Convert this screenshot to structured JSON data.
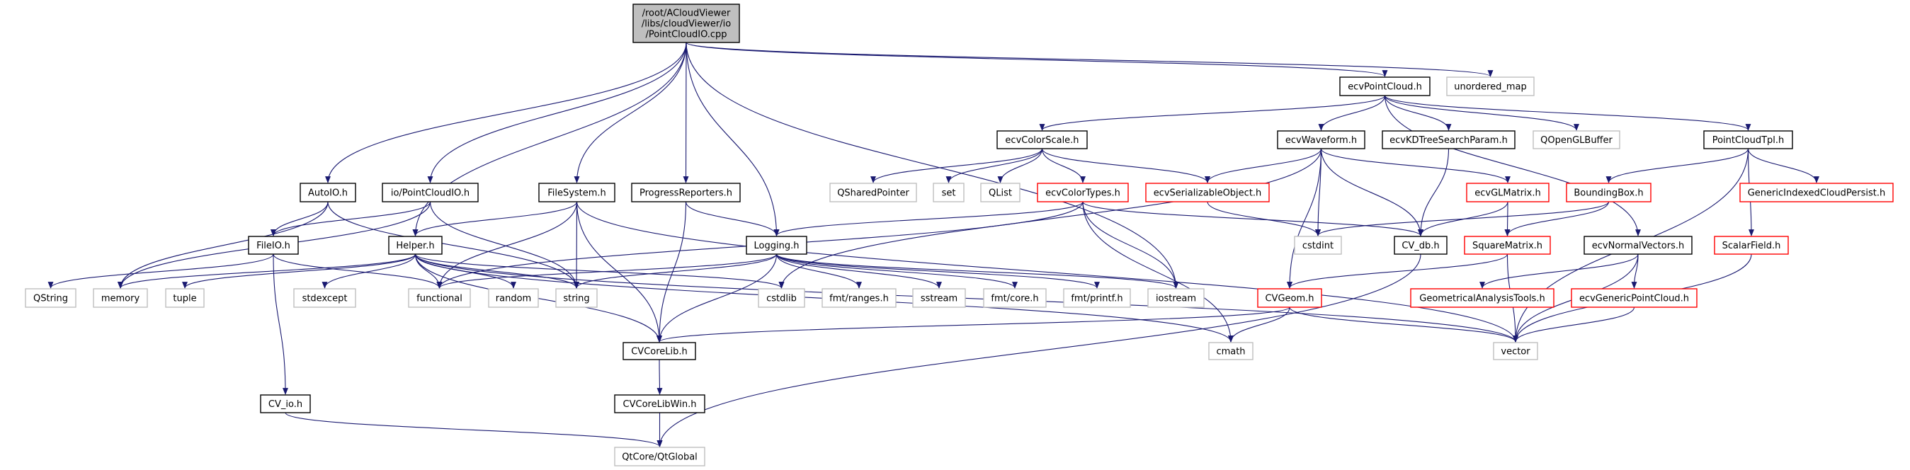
{
  "colors": {
    "edge": "#191970",
    "normal_border": "#000000",
    "external_border": "#bfbfbf",
    "truncated_border": "#ff0000",
    "root_fill": "#bfbfbf"
  },
  "nodes": [
    {
      "id": "root",
      "label": "/root/ACloudViewer\n/libs/cloudViewer/io\n/PointCloudIO.cpp",
      "kind": "root"
    },
    {
      "id": "autoio",
      "label": "AutoIO.h",
      "kind": "normal"
    },
    {
      "id": "pcio",
      "label": "io/PointCloudIO.h",
      "kind": "normal"
    },
    {
      "id": "filesystem",
      "label": "FileSystem.h",
      "kind": "normal"
    },
    {
      "id": "progress",
      "label": "ProgressReporters.h",
      "kind": "normal"
    },
    {
      "id": "fileio",
      "label": "FileIO.h",
      "kind": "normal"
    },
    {
      "id": "helper",
      "label": "Helper.h",
      "kind": "normal"
    },
    {
      "id": "logging",
      "label": "Logging.h",
      "kind": "normal"
    },
    {
      "id": "qstring",
      "label": "QString",
      "kind": "external"
    },
    {
      "id": "memory",
      "label": "memory",
      "kind": "external"
    },
    {
      "id": "tuple",
      "label": "tuple",
      "kind": "external"
    },
    {
      "id": "stdexcept",
      "label": "stdexcept",
      "kind": "external"
    },
    {
      "id": "functional",
      "label": "functional",
      "kind": "external"
    },
    {
      "id": "random",
      "label": "random",
      "kind": "external"
    },
    {
      "id": "string",
      "label": "string",
      "kind": "external"
    },
    {
      "id": "cstdlib",
      "label": "cstdlib",
      "kind": "external"
    },
    {
      "id": "cvcorelib",
      "label": "CVCoreLib.h",
      "kind": "normal"
    },
    {
      "id": "cvio",
      "label": "CV_io.h",
      "kind": "normal"
    },
    {
      "id": "cvcorelibwin",
      "label": "CVCoreLibWin.h",
      "kind": "normal"
    },
    {
      "id": "qtglobal",
      "label": "QtCore/QtGlobal",
      "kind": "external"
    },
    {
      "id": "ecvpointcloud",
      "label": "ecvPointCloud.h",
      "kind": "normal"
    },
    {
      "id": "unordered_map",
      "label": "unordered_map",
      "kind": "external"
    },
    {
      "id": "colorscale",
      "label": "ecvColorScale.h",
      "kind": "normal"
    },
    {
      "id": "waveform",
      "label": "ecvWaveform.h",
      "kind": "normal"
    },
    {
      "id": "kdtree",
      "label": "ecvKDTreeSearchParam.h",
      "kind": "normal"
    },
    {
      "id": "qopenglbuffer",
      "label": "QOpenGLBuffer",
      "kind": "external"
    },
    {
      "id": "pointcloudtpl",
      "label": "PointCloudTpl.h",
      "kind": "normal"
    },
    {
      "id": "qsharedpointer",
      "label": "QSharedPointer",
      "kind": "external"
    },
    {
      "id": "set",
      "label": "set",
      "kind": "external"
    },
    {
      "id": "qlist",
      "label": "QList",
      "kind": "external"
    },
    {
      "id": "colortypes",
      "label": "ecvColorTypes.h",
      "kind": "truncated"
    },
    {
      "id": "serializable",
      "label": "ecvSerializableObject.h",
      "kind": "truncated"
    },
    {
      "id": "glmatrix",
      "label": "ecvGLMatrix.h",
      "kind": "truncated"
    },
    {
      "id": "boundingbox",
      "label": "BoundingBox.h",
      "kind": "truncated"
    },
    {
      "id": "genericindexed",
      "label": "GenericIndexedCloudPersist.h",
      "kind": "truncated"
    },
    {
      "id": "cstdint",
      "label": "cstdint",
      "kind": "external"
    },
    {
      "id": "cvdb",
      "label": "CV_db.h",
      "kind": "normal"
    },
    {
      "id": "squarematrix",
      "label": "SquareMatrix.h",
      "kind": "truncated"
    },
    {
      "id": "normalvectors",
      "label": "ecvNormalVectors.h",
      "kind": "normal"
    },
    {
      "id": "scalarfield",
      "label": "ScalarField.h",
      "kind": "truncated"
    },
    {
      "id": "fmtranges",
      "label": "fmt/ranges.h",
      "kind": "external"
    },
    {
      "id": "sstream",
      "label": "sstream",
      "kind": "external"
    },
    {
      "id": "fmtcore",
      "label": "fmt/core.h",
      "kind": "external"
    },
    {
      "id": "fmtprintf",
      "label": "fmt/printf.h",
      "kind": "external"
    },
    {
      "id": "iostream",
      "label": "iostream",
      "kind": "external"
    },
    {
      "id": "cvgeom",
      "label": "CVGeom.h",
      "kind": "truncated"
    },
    {
      "id": "geomtools",
      "label": "GeometricalAnalysisTools.h",
      "kind": "truncated"
    },
    {
      "id": "genericpc",
      "label": "ecvGenericPointCloud.h",
      "kind": "truncated"
    },
    {
      "id": "cmath",
      "label": "cmath",
      "kind": "external"
    },
    {
      "id": "vector",
      "label": "vector",
      "kind": "external"
    }
  ],
  "edges": [
    [
      "root",
      "autoio"
    ],
    [
      "root",
      "pcio"
    ],
    [
      "root",
      "helper"
    ],
    [
      "root",
      "filesystem"
    ],
    [
      "root",
      "progress"
    ],
    [
      "root",
      "logging"
    ],
    [
      "root",
      "iostream"
    ],
    [
      "root",
      "ecvpointcloud"
    ],
    [
      "root",
      "unordered_map"
    ],
    [
      "autoio",
      "fileio"
    ],
    [
      "autoio",
      "memory"
    ],
    [
      "autoio",
      "string"
    ],
    [
      "pcio",
      "fileio"
    ],
    [
      "pcio",
      "memory"
    ],
    [
      "pcio",
      "string"
    ],
    [
      "filesystem",
      "helper"
    ],
    [
      "filesystem",
      "functional"
    ],
    [
      "filesystem",
      "string"
    ],
    [
      "filesystem",
      "cvcorelib"
    ],
    [
      "filesystem",
      "vector"
    ],
    [
      "progress",
      "cvcorelib"
    ],
    [
      "progress",
      "logging"
    ],
    [
      "fileio",
      "qstring"
    ],
    [
      "fileio",
      "functional"
    ],
    [
      "fileio",
      "cvio"
    ],
    [
      "helper",
      "memory"
    ],
    [
      "helper",
      "tuple"
    ],
    [
      "helper",
      "stdexcept"
    ],
    [
      "helper",
      "functional"
    ],
    [
      "helper",
      "random"
    ],
    [
      "helper",
      "string"
    ],
    [
      "helper",
      "cstdlib"
    ],
    [
      "helper",
      "cvcorelib"
    ],
    [
      "helper",
      "vector"
    ],
    [
      "helper",
      "cmath"
    ],
    [
      "logging",
      "functional"
    ],
    [
      "logging",
      "string"
    ],
    [
      "logging",
      "fmtranges"
    ],
    [
      "logging",
      "sstream"
    ],
    [
      "logging",
      "fmtcore"
    ],
    [
      "logging",
      "fmtprintf"
    ],
    [
      "logging",
      "iostream"
    ],
    [
      "logging",
      "cvcorelib"
    ],
    [
      "cvcorelib",
      "cvcorelibwin"
    ],
    [
      "cvcorelibwin",
      "qtglobal"
    ],
    [
      "cvio",
      "qtglobal"
    ],
    [
      "cvdb",
      "qtglobal"
    ],
    [
      "ecvpointcloud",
      "colorscale"
    ],
    [
      "ecvpointcloud",
      "waveform"
    ],
    [
      "ecvpointcloud",
      "kdtree"
    ],
    [
      "ecvpointcloud",
      "qopenglbuffer"
    ],
    [
      "ecvpointcloud",
      "pointcloudtpl"
    ],
    [
      "ecvpointcloud",
      "normalvectors"
    ],
    [
      "colorscale",
      "qsharedpointer"
    ],
    [
      "colorscale",
      "set"
    ],
    [
      "colorscale",
      "qlist"
    ],
    [
      "colorscale",
      "colortypes"
    ],
    [
      "colorscale",
      "serializable"
    ],
    [
      "waveform",
      "serializable"
    ],
    [
      "waveform",
      "cstdint"
    ],
    [
      "waveform",
      "cvdb"
    ],
    [
      "waveform",
      "glmatrix"
    ],
    [
      "waveform",
      "cvgeom"
    ],
    [
      "waveform",
      "cstdlib"
    ],
    [
      "kdtree",
      "cvdb"
    ],
    [
      "pointcloudtpl",
      "boundingbox"
    ],
    [
      "pointcloudtpl",
      "genericindexed"
    ],
    [
      "pointcloudtpl",
      "scalarfield"
    ],
    [
      "pointcloudtpl",
      "vector"
    ],
    [
      "colortypes",
      "logging"
    ],
    [
      "colortypes",
      "functional"
    ],
    [
      "colortypes",
      "cvdb"
    ],
    [
      "colortypes",
      "iostream"
    ],
    [
      "colortypes",
      "cmath"
    ],
    [
      "serializable",
      "cstdint"
    ],
    [
      "glmatrix",
      "cvdb"
    ],
    [
      "glmatrix",
      "squarematrix"
    ],
    [
      "boundingbox",
      "cstdint"
    ],
    [
      "boundingbox",
      "squarematrix"
    ],
    [
      "squarematrix",
      "cvgeom"
    ],
    [
      "squarematrix",
      "vector"
    ],
    [
      "cvgeom",
      "cvcorelib"
    ],
    [
      "cvgeom",
      "cmath"
    ],
    [
      "cvgeom",
      "vector"
    ],
    [
      "normalvectors",
      "geomtools"
    ],
    [
      "normalvectors",
      "genericpc"
    ],
    [
      "normalvectors",
      "vector"
    ],
    [
      "genericpc",
      "vector"
    ],
    [
      "scalarfield",
      "vector"
    ]
  ]
}
